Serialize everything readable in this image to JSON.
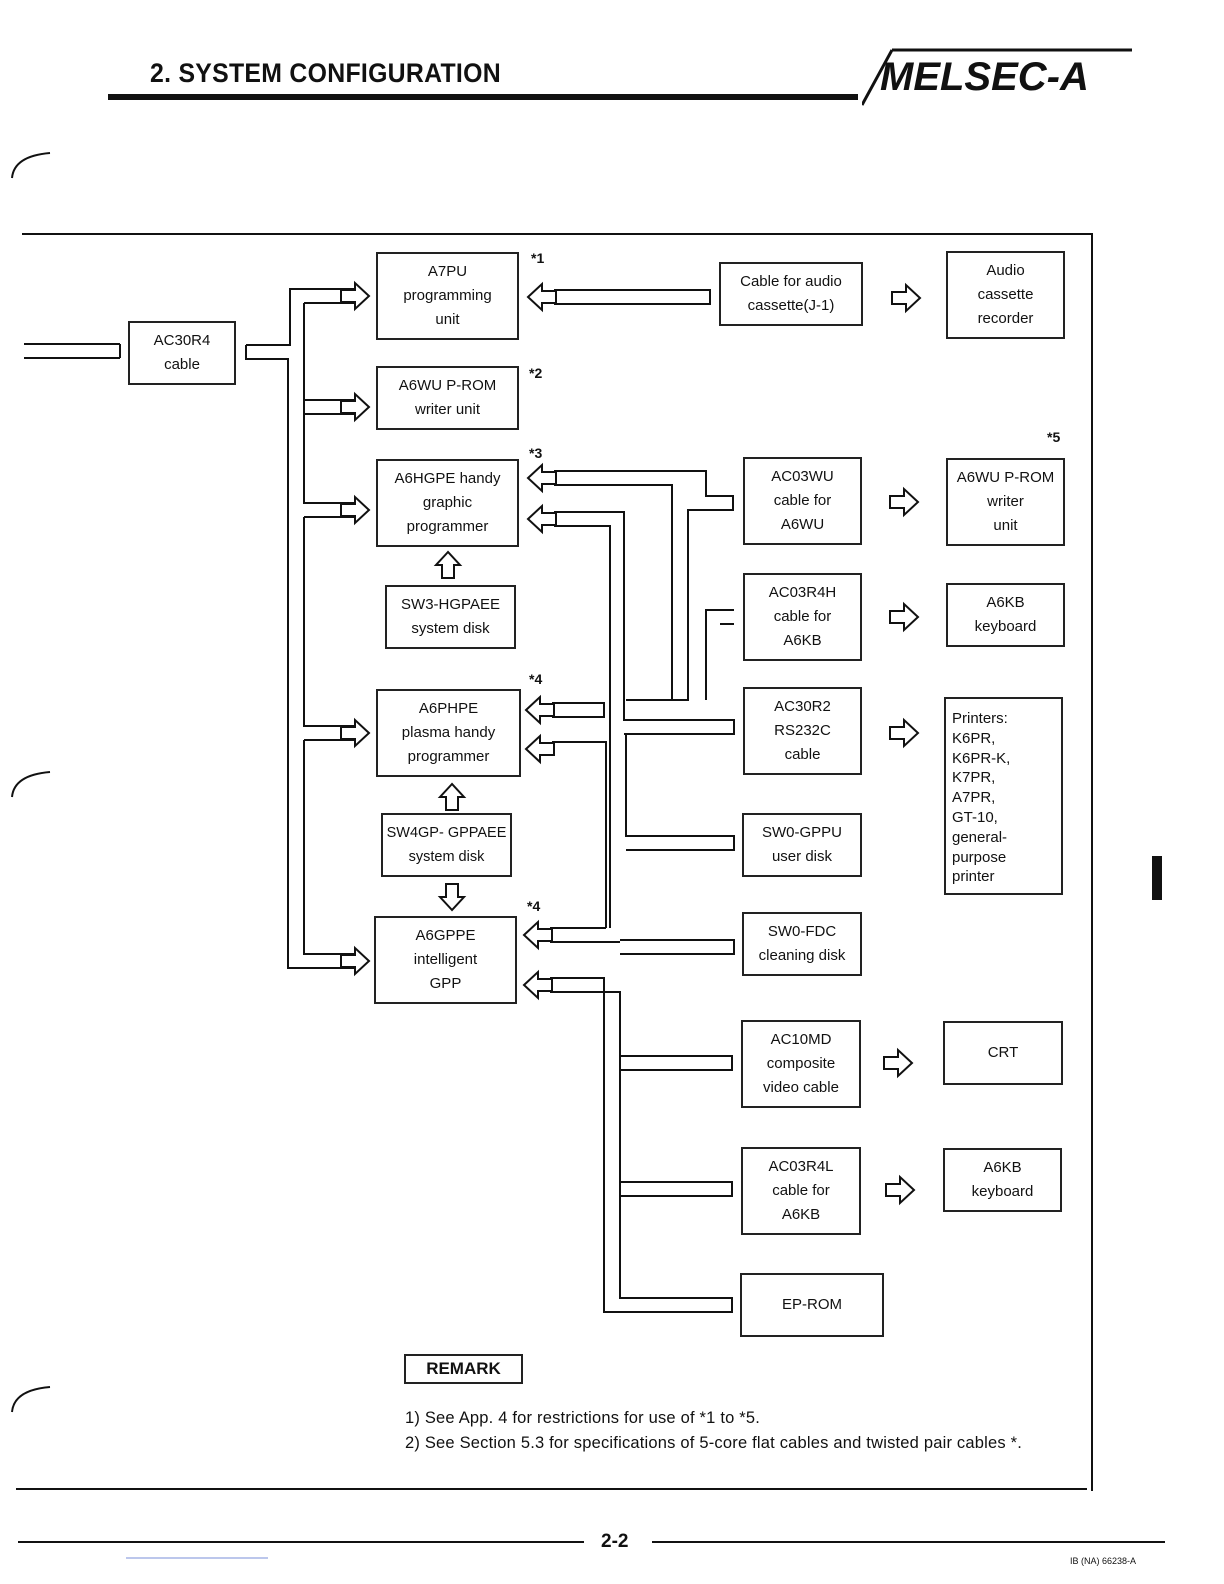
{
  "header": {
    "section_title": "2. SYSTEM CONFIGURATION",
    "logo_text": "MELSEC-A"
  },
  "diagram": {
    "boxes": {
      "ac30r4": "AC30R4\ncable",
      "a7pu": "A7PU\nprogramming\nunit",
      "a6wu_main": "A6WU P-ROM\nwriter unit",
      "a6hgpe": "A6HGPE handy\ngraphic\nprogrammer",
      "sw3": "SW3-HGPAEE\nsystem disk",
      "a6phpe": "A6PHPE\nplasma handy\nprogrammer",
      "sw4": "SW4GP- GPPAEE\nsystem disk",
      "a6gppe": "A6GPPE\nintelligent\nGPP",
      "cable_audio": "Cable for audio\ncassette(J-1)",
      "audio_recorder": "Audio\ncassette\nrecorder",
      "ac03wu": "AC03WU\ncable for\nA6WU",
      "a6wu_writer": "A6WU P-ROM\nwriter\nunit",
      "ac03r4h": "AC03R4H\ncable for\nA6KB",
      "a6kb_1": "A6KB\nkeyboard",
      "ac30r2": "AC30R2\nRS232C\ncable",
      "printers": "Printers:\n  K6PR,\n  K6PR-K,\n  K7PR,\n  A7PR,\n  GT-10,\n  general-\n  purpose\n  printer",
      "sw0_gppu": "SW0-GPPU\nuser disk",
      "sw0_fdc": "SW0-FDC\ncleaning disk",
      "ac10md": "AC10MD\ncomposite\nvideo cable",
      "crt": "CRT",
      "ac03r4l": "AC03R4L\ncable for\nA6KB",
      "a6kb_2": "A6KB\nkeyboard",
      "eprom": "EP-ROM"
    },
    "notes": {
      "n1": "*1",
      "n2": "*2",
      "n3": "*3",
      "n4a": "*4",
      "n4b": "*4",
      "n5": "*5"
    }
  },
  "remark": {
    "label": "REMARK",
    "item1": "1)  See App. 4 for restrictions for use of *1 to *5.",
    "item2": "2)  See Section 5.3 for specifications of 5-core flat cables and twisted pair cables *."
  },
  "footer": {
    "page_number": "2-2",
    "doc_ref": "IB (NA) 66238-A"
  }
}
